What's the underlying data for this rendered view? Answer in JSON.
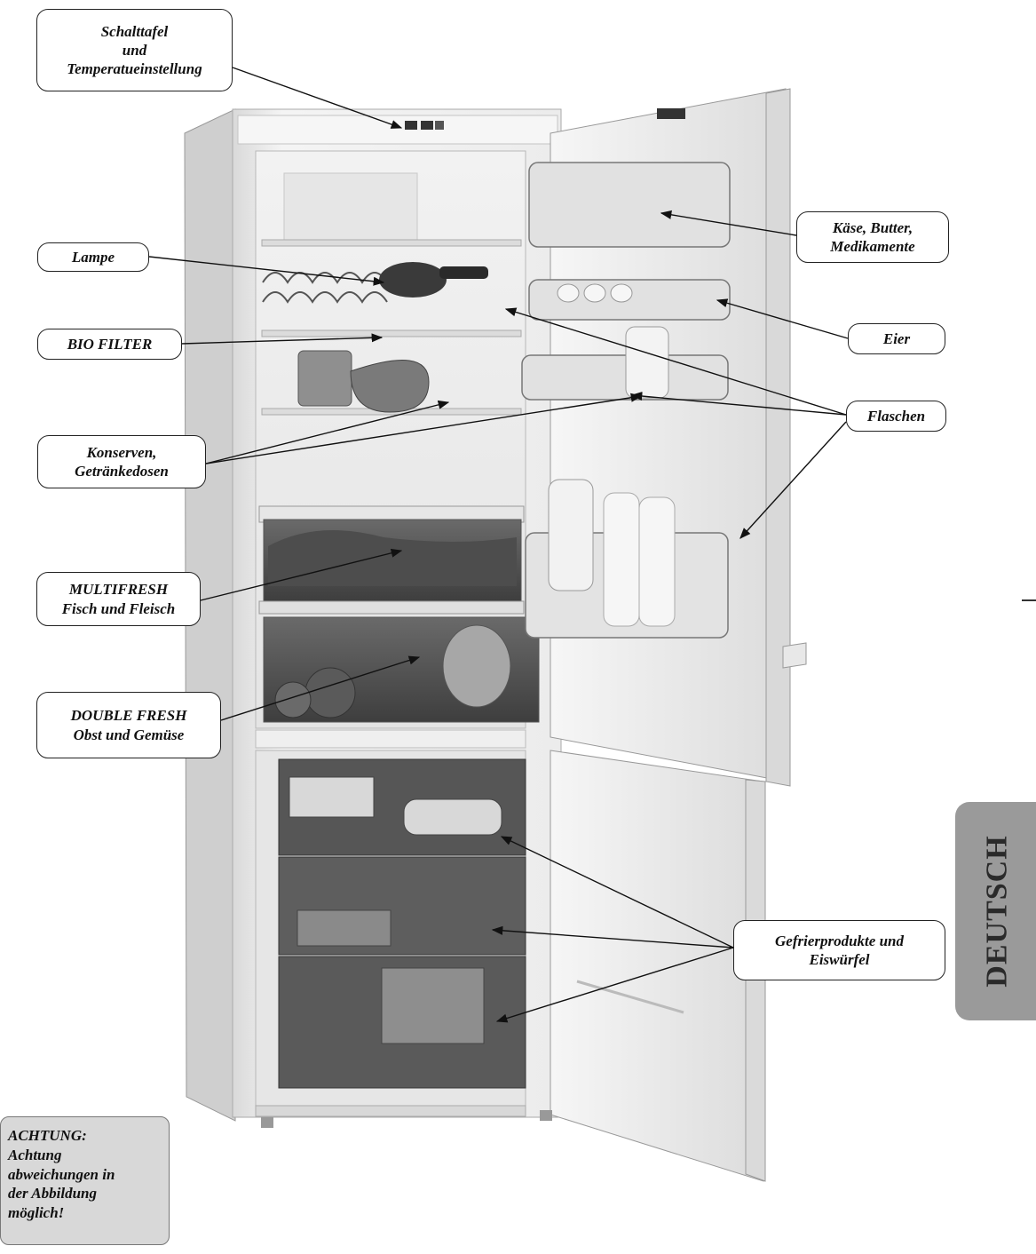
{
  "labels": {
    "control_panel": [
      "Schalttafel",
      "und",
      "Temperatueinstellung"
    ],
    "cheese": [
      "Käse, Butter,",
      "Medikamente"
    ],
    "lamp": [
      "Lampe"
    ],
    "eggs": [
      "Eier"
    ],
    "bio_filter": [
      "BIO FILTER"
    ],
    "bottles": [
      "Flaschen"
    ],
    "cans": [
      "Konserven,",
      "Getränkedosen"
    ],
    "multifresh": [
      "MULTIFRESH",
      "Fisch und Fleisch"
    ],
    "doublefresh": [
      "DOUBLE FRESH",
      "Obst und Gemüse"
    ],
    "frozen": [
      "Gefrierprodukte und",
      "Eiswürfel"
    ]
  },
  "warning": [
    "ACHTUNG:",
    "Achtung",
    "abweichungen in",
    "der Abbildung",
    "möglich!"
  ],
  "language_tab": "DEUTSCH"
}
